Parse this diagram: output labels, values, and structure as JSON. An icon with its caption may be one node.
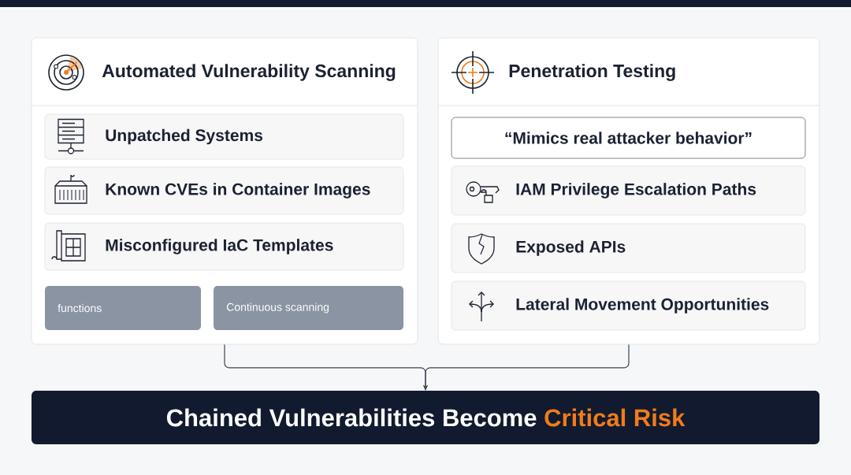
{
  "diagram": {
    "nodes": [
      {
        "text": [
          "Automated Vulnerability Scanning"
        ]
      },
      {
        "text": [
          "Unpatched Systems"
        ],
        "in": 0
      },
      {
        "text": [
          "Known CVEs in Container Images"
        ],
        "in": 0
      },
      {
        "text": [
          "Misconfigured IaC Templates"
        ],
        "in": 0
      },
      {
        "text": [
          "functions"
        ],
        "in": 0
      },
      {
        "text": [
          "Continuous scanning"
        ],
        "in": 0
      },
      {
        "text": [
          "Penetration Testing"
        ]
      },
      {
        "text": [
          "“Mimics real attacker behavior”"
        ],
        "in": 6
      },
      {
        "text": [
          "IAM Privilege Escalation Paths"
        ],
        "in": 6
      },
      {
        "text": [
          "Exposed APIs"
        ],
        "in": 6
      },
      {
        "text": [
          "Lateral Movement Opportunities"
        ],
        "in": 6
      },
      {
        "text": [
          "Chained Vulnerabilities Become",
          "Critical Risk"
        ]
      }
    ],
    "edges": [
      {
        "from": 0,
        "to": 11,
        "arrow": "to"
      },
      {
        "from": 6,
        "to": 11,
        "arrow": "to"
      }
    ]
  }
}
